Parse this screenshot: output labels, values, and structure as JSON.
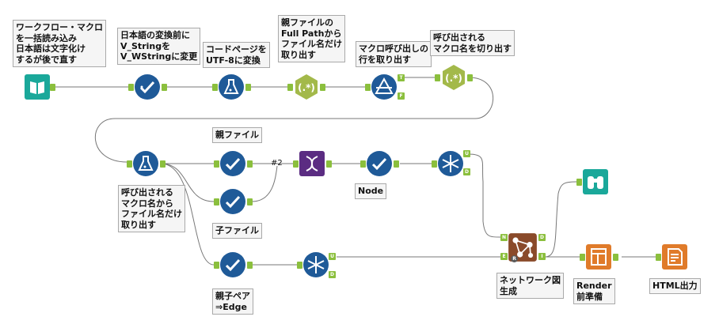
{
  "annotations": {
    "a1": "ワークフロー・マクロ\nを一括読み込み\n日本語は文字化け\nするが後で直す",
    "a2": "日本語の変換前に\nV_Stringを\nV_WStringに変更",
    "a3": "コードページを\nUTF-8に変換",
    "a4": "親ファイルの\nFull Pathから\nファイル名だけ\n取り出す",
    "a5": "マクロ呼び出しの\n行を取り出す",
    "a6": "呼び出される\nマクロ名を切り出す",
    "a7": "親ファイル",
    "a8": "呼び出される\nマクロ名から\nファイル名だけ\n取り出す",
    "a9": "子ファイル",
    "a10": "Node",
    "a11": "親子ペア\n⇒Edge",
    "a12": "ネットワーク図\n生成",
    "a13": "Render\n前準備",
    "a14": "HTML出力"
  },
  "labels": {
    "connection": "#2",
    "filter_true": "T",
    "filter_false": "F",
    "unique_u": "U",
    "unique_d": "D",
    "net_n": "N",
    "net_e": "E",
    "net_r": "R",
    "net_d": "D",
    "net_i": "I"
  },
  "colors": {
    "green_anchor": "#8bbf3d",
    "book_teal": "#1aa89a",
    "select_blue": "#1f5a98",
    "formula_blue": "#1f5a98",
    "regex_green": "#a3b94a",
    "filter_blue": "#1f5a98",
    "join_purple": "#5b2c82",
    "unique_blue": "#1f5a98",
    "network_brown": "#8a4a2a",
    "browse_teal": "#1aa89a",
    "render_orange": "#e07b2a",
    "line_gray": "#777777"
  }
}
